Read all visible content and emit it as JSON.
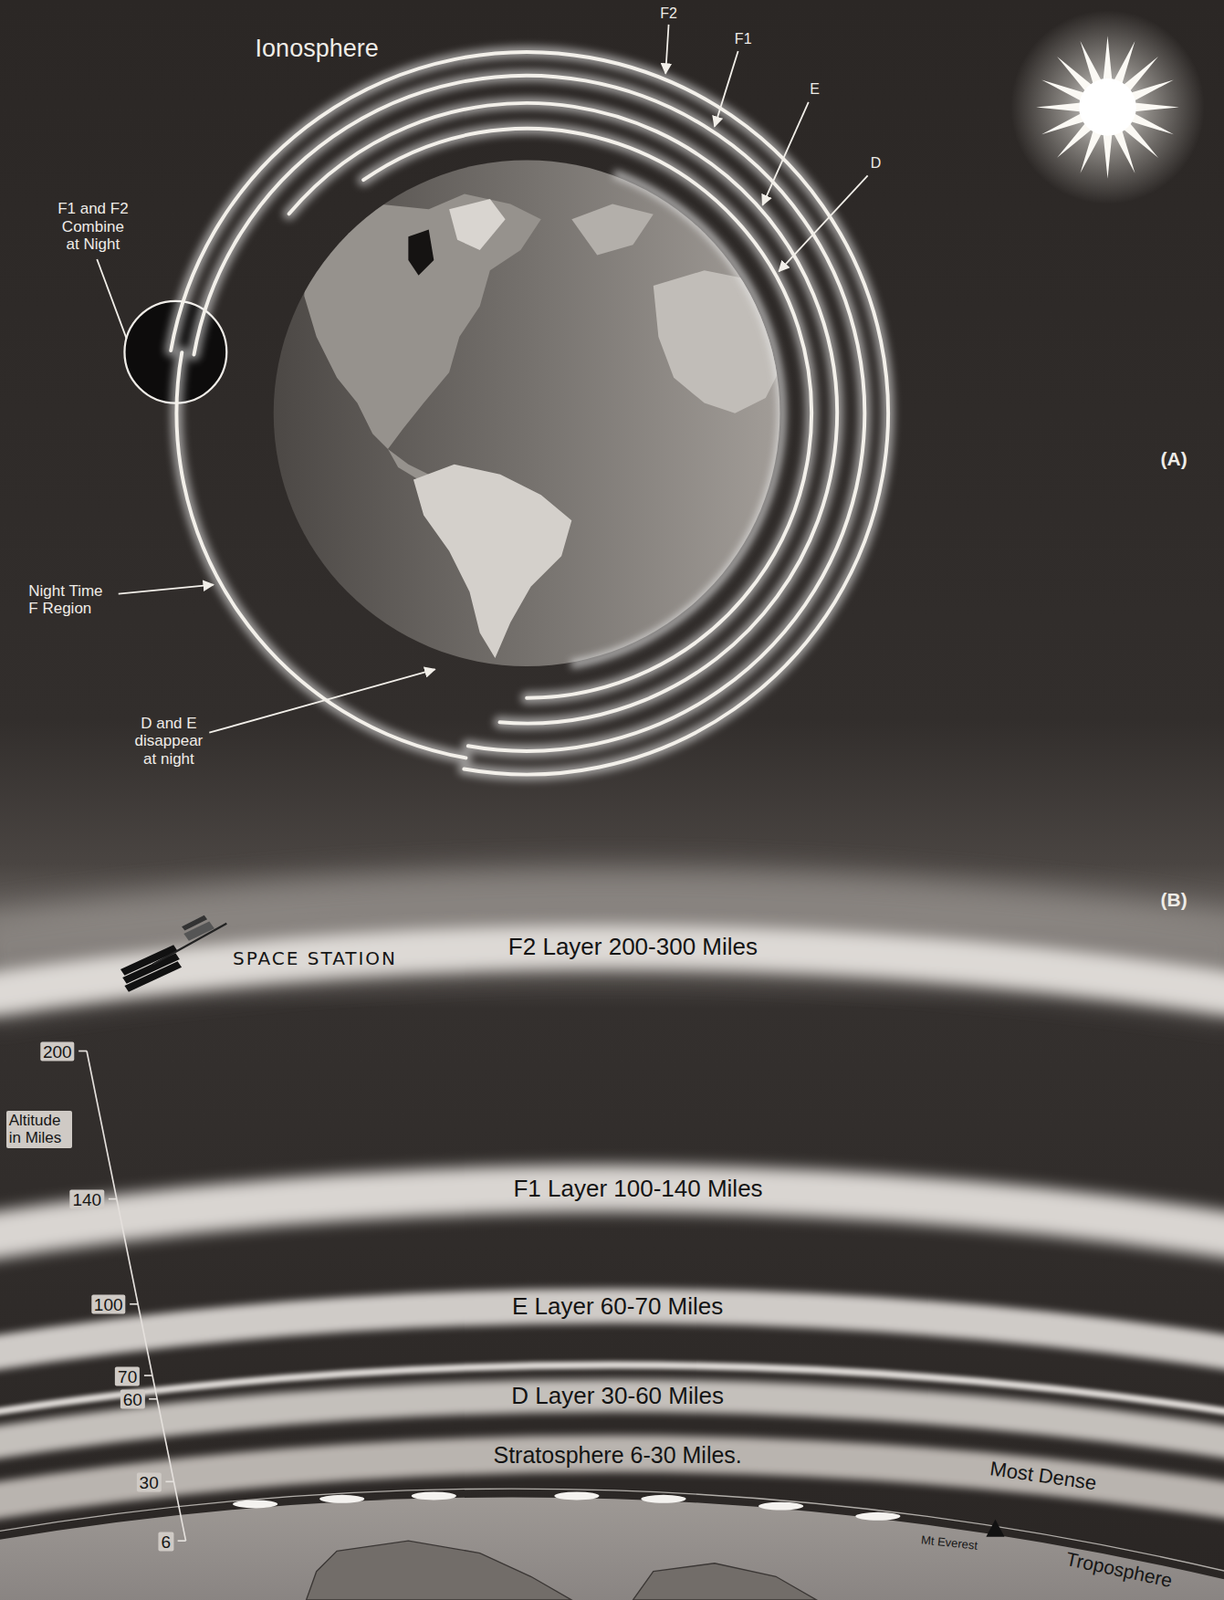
{
  "diagram": {
    "nodes": [
      {
        "text": [
          "F2 Layer 200-300 Miles"
        ]
      },
      {
        "text": [
          "F1 Layer 100-140 Miles"
        ]
      },
      {
        "text": [
          "E Layer 60-70 Miles"
        ]
      },
      {
        "text": [
          "D Layer 30-60 Miles"
        ]
      },
      {
        "text": [
          "Stratosphere 6-30 Miles."
        ]
      }
    ],
    "labels": [
      "Ionosphere",
      "F2",
      "F1",
      "E",
      "D",
      "F1 and F2 Combine at Night",
      "(A)",
      "Night Time F Region",
      "D and E disappear at night",
      "(B)",
      "SPACE STATION",
      "200",
      "Altitude in Miles",
      "140",
      "100",
      "70",
      "60",
      "30",
      "6",
      "Most Dense",
      "Mt Everest",
      "Troposphere"
    ]
  }
}
